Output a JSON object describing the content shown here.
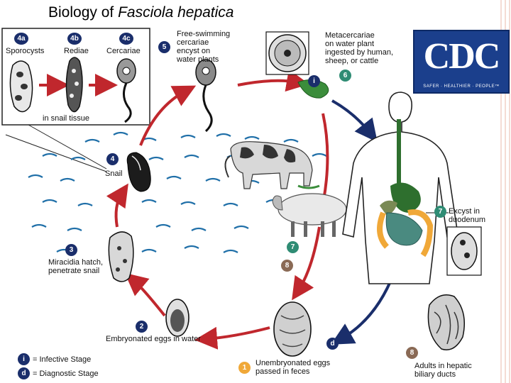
{
  "title": {
    "prefix": "Biology of ",
    "species": "Fasciola hepatica"
  },
  "logo": {
    "text": "CDC",
    "tagline": "SAFER · HEALTHIER · PEOPLE™"
  },
  "stages": {
    "s4a": {
      "badge": "4a",
      "label": "Sporocysts"
    },
    "s4b": {
      "badge": "4b",
      "label": "Rediae"
    },
    "s4c": {
      "badge": "4c",
      "label": "Cercariae"
    },
    "s5": {
      "badge": "5",
      "label": [
        "Free-swimming",
        "cercariae",
        "encyst on",
        "water plants"
      ]
    },
    "s6": {
      "badge": "6",
      "label": [
        "Metacercariae",
        "on water plant",
        "ingested by human,",
        "sheep, or cattle"
      ]
    },
    "s4": {
      "badge": "4",
      "label": "Snail"
    },
    "s3": {
      "badge": "3",
      "label": [
        "Miracidia hatch,",
        "penetrate snail"
      ]
    },
    "s2": {
      "badge": "2",
      "label": "Embryonated eggs in water"
    },
    "s1": {
      "badge": "1",
      "label": [
        "Unembryonated eggs",
        "passed in feces"
      ]
    },
    "s7": {
      "badge": "7",
      "label": [
        "Excyst in",
        "duodenum"
      ]
    },
    "s8": {
      "badge": "8",
      "label": [
        "Adults in hepatic",
        "biliary ducts"
      ]
    },
    "s7b": {
      "badge": "7"
    },
    "s8b": {
      "badge": "8"
    }
  },
  "snail_tissue_label": "in snail tissue",
  "legend": {
    "infective": {
      "badge": "i",
      "label": "= Infective Stage"
    },
    "diagnostic": {
      "badge": "d",
      "label": "= Diagnostic Stage"
    }
  },
  "markers": {
    "infective": "i",
    "diagnostic": "d"
  },
  "colors": {
    "infective_arrow": "#c0272d",
    "diagnostic_arrow": "#1a2e6b",
    "water": "#1f6fa8",
    "badge_navy": "#1a2e6b",
    "badge_teal": "#2f8c74",
    "badge_amber": "#f0a838",
    "badge_brown": "#8a6a55",
    "cdc_blue": "#1b3f8c"
  }
}
